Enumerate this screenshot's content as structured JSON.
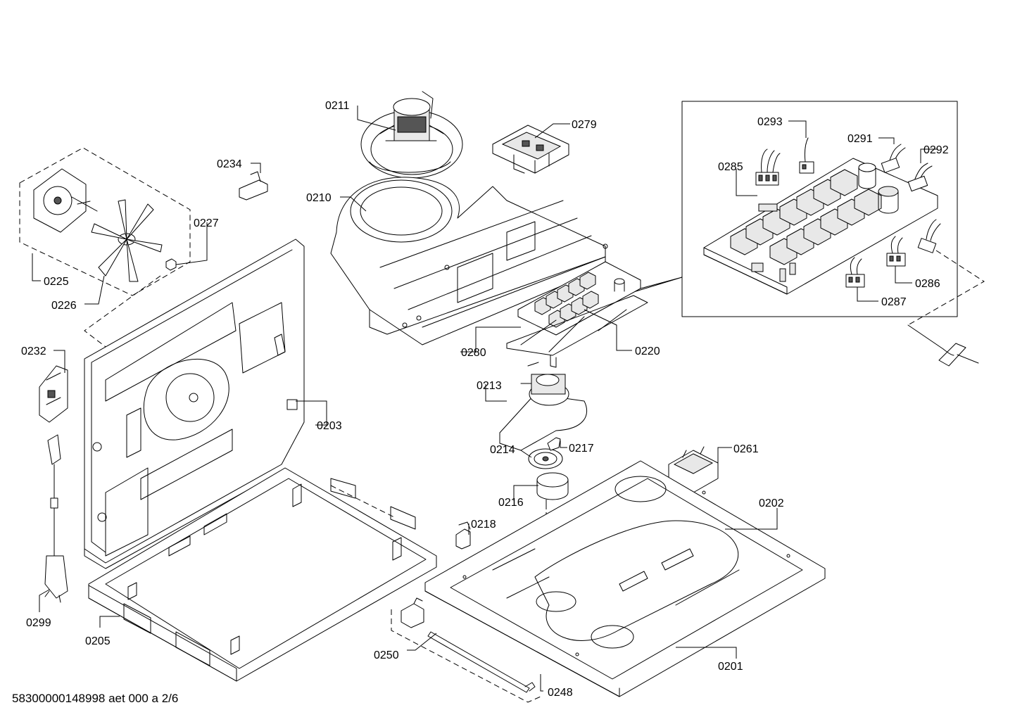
{
  "footer": {
    "doc_id": "58300000148998 aet 000 a 2/6"
  },
  "callouts": {
    "c0211": "0211",
    "c0279": "0279",
    "c0234": "0234",
    "c0210": "0210",
    "c0227": "0227",
    "c0225": "0225",
    "c0226": "0226",
    "c0232": "0232",
    "c0203": "0203",
    "c0280": "0280",
    "c0220": "0220",
    "c0213": "0213",
    "c0214": "0214",
    "c0217": "0217",
    "c0216": "0216",
    "c0261": "0261",
    "c0202": "0202",
    "c0218": "0218",
    "c0299": "0299",
    "c0205": "0205",
    "c0250": "0250",
    "c0248": "0248",
    "c0201": "0201",
    "c0293": "0293",
    "c0291": "0291",
    "c0292": "0292",
    "c0285": "0285",
    "c0286": "0286",
    "c0287": "0287"
  }
}
